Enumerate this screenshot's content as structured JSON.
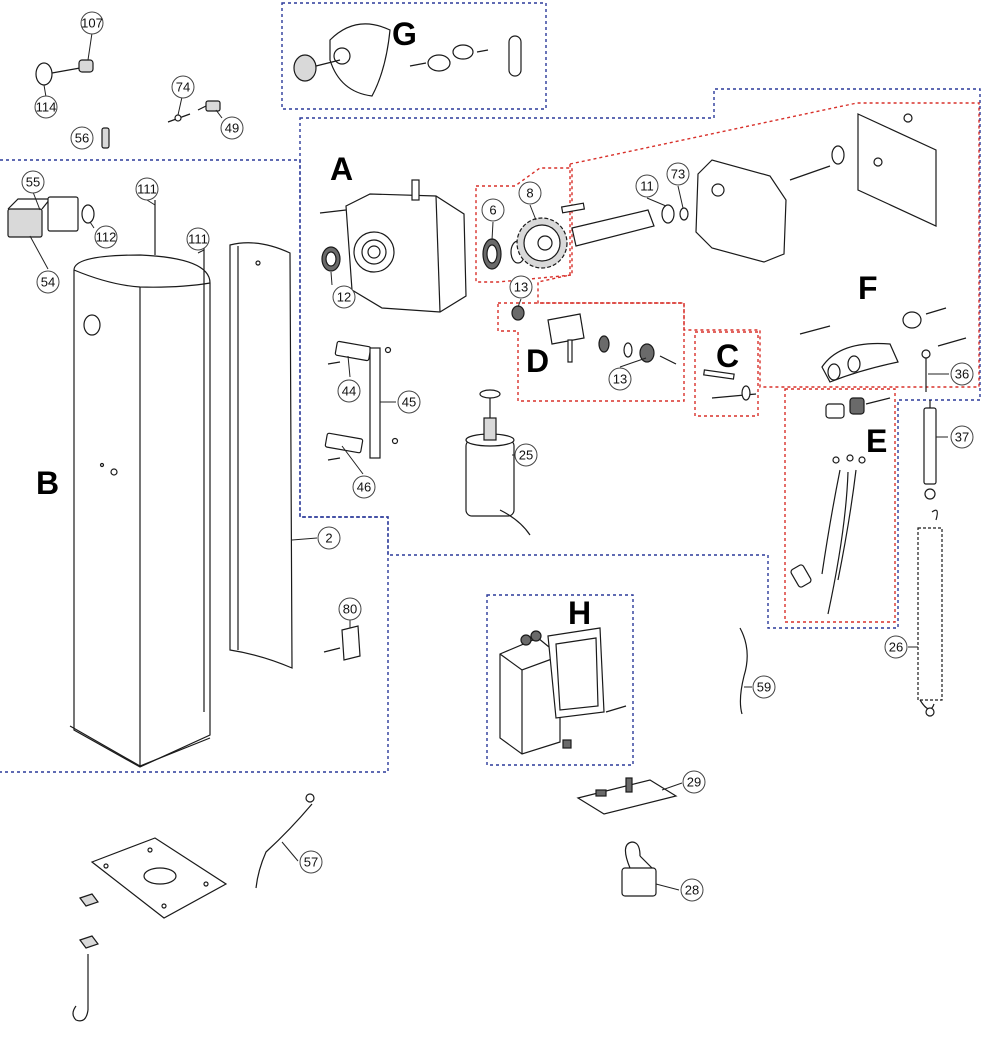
{
  "sections": [
    {
      "id": "A",
      "label": "A"
    },
    {
      "id": "B",
      "label": "B"
    },
    {
      "id": "C",
      "label": "C"
    },
    {
      "id": "D",
      "label": "D"
    },
    {
      "id": "E",
      "label": "E"
    },
    {
      "id": "F",
      "label": "F"
    },
    {
      "id": "G",
      "label": "G"
    },
    {
      "id": "H",
      "label": "H"
    }
  ],
  "callouts": [
    {
      "id": "c107",
      "label": "107"
    },
    {
      "id": "c114",
      "label": "114"
    },
    {
      "id": "c74",
      "label": "74"
    },
    {
      "id": "c49",
      "label": "49"
    },
    {
      "id": "c56",
      "label": "56"
    },
    {
      "id": "c55",
      "label": "55"
    },
    {
      "id": "c112",
      "label": "112"
    },
    {
      "id": "c54",
      "label": "54"
    },
    {
      "id": "c111a",
      "label": "111"
    },
    {
      "id": "c111b",
      "label": "111"
    },
    {
      "id": "c12",
      "label": "12"
    },
    {
      "id": "c6",
      "label": "6"
    },
    {
      "id": "c8",
      "label": "8"
    },
    {
      "id": "c11",
      "label": "11"
    },
    {
      "id": "c73",
      "label": "73"
    },
    {
      "id": "c13a",
      "label": "13"
    },
    {
      "id": "c13b",
      "label": "13"
    },
    {
      "id": "c44",
      "label": "44"
    },
    {
      "id": "c45",
      "label": "45"
    },
    {
      "id": "c46",
      "label": "46"
    },
    {
      "id": "c25",
      "label": "25"
    },
    {
      "id": "c36",
      "label": "36"
    },
    {
      "id": "c37",
      "label": "37"
    },
    {
      "id": "c2",
      "label": "2"
    },
    {
      "id": "c80",
      "label": "80"
    },
    {
      "id": "c26",
      "label": "26"
    },
    {
      "id": "c59",
      "label": "59"
    },
    {
      "id": "c29",
      "label": "29"
    },
    {
      "id": "c28",
      "label": "28"
    },
    {
      "id": "c57",
      "label": "57"
    }
  ],
  "colors": {
    "group_border_blue": "#2b3a9a",
    "group_border_red": "#d8302a"
  }
}
